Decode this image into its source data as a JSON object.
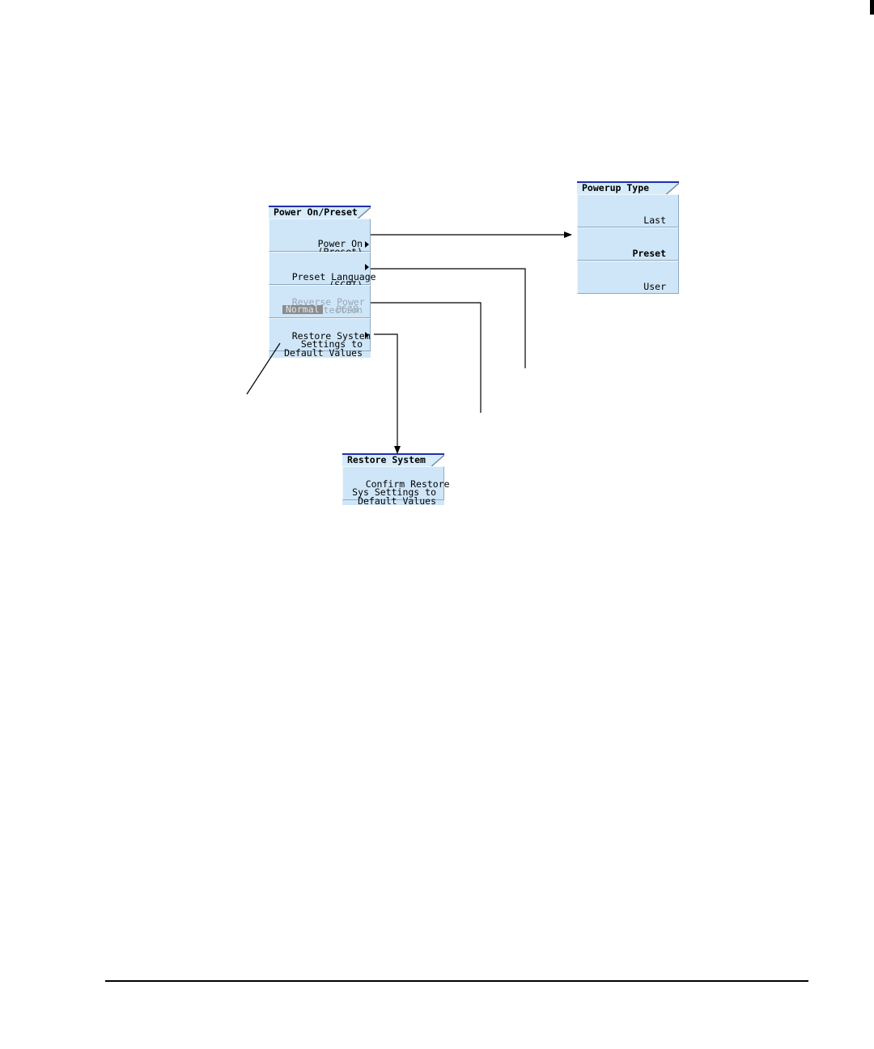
{
  "power_on_preset_menu": {
    "title": "Power On/Preset",
    "keys": [
      {
        "label": "Power On\n(Preset)",
        "has_submenu": true
      },
      {
        "label": "Preset Language\n(SCPI)",
        "has_submenu": true
      },
      {
        "label": "Reverse Power\nProtection",
        "disabled": true,
        "options": [
          "Normal",
          "8648"
        ],
        "selected": "Normal"
      },
      {
        "label": "Restore System\nSettings to\nDefault Values",
        "has_submenu": true
      }
    ]
  },
  "powerup_type_menu": {
    "title": "Powerup Type",
    "keys": [
      "Last",
      "Preset",
      "User"
    ],
    "selected": "Preset"
  },
  "restore_system_menu": {
    "title": "Restore System",
    "key": "Confirm Restore\nSys Settings to\nDefault Values"
  },
  "colors": {
    "softkey_bg": "#cfe6f9",
    "title_bar": "#1f2fb0",
    "disabled_text": "#9aa9b6"
  }
}
